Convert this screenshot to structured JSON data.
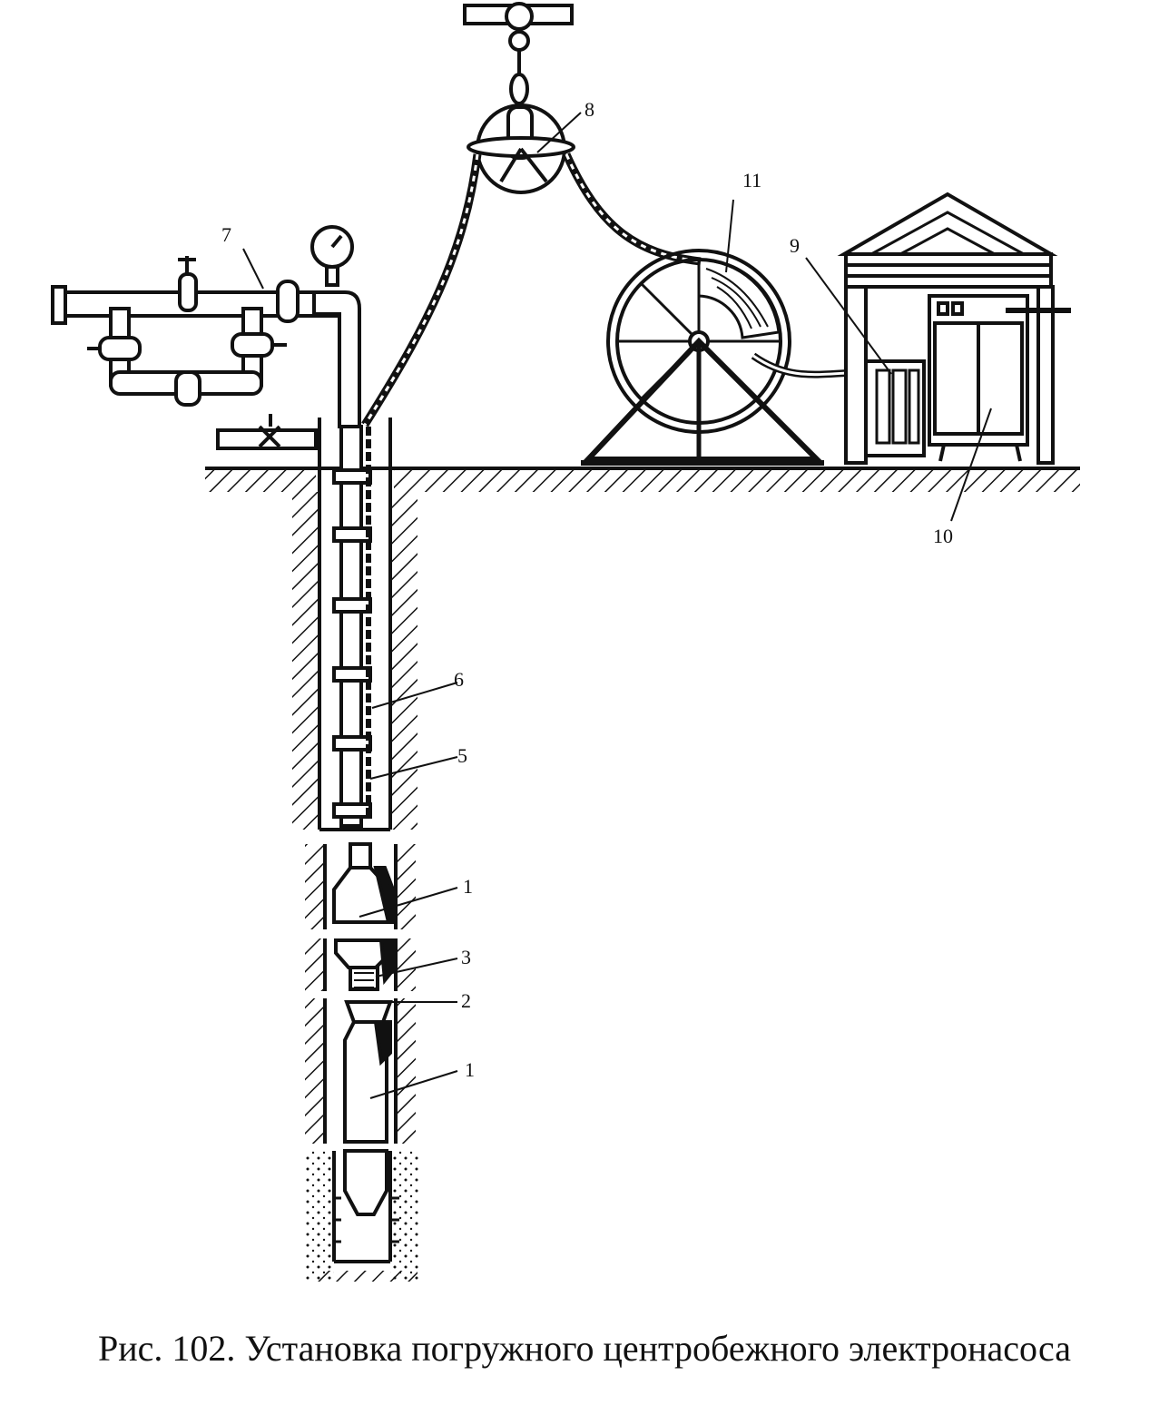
{
  "figure": {
    "caption": "Рис. 102. Установка погружного центробежного электронасоса",
    "callouts": [
      {
        "id": "pump-lower",
        "text": "1"
      },
      {
        "id": "pump-upper",
        "text": "1"
      },
      {
        "id": "ring-2",
        "text": "2"
      },
      {
        "id": "intake-3",
        "text": "3"
      },
      {
        "id": "cable-5",
        "text": "5"
      },
      {
        "id": "tubing-6",
        "text": "6"
      },
      {
        "id": "wellhead-7",
        "text": "7"
      },
      {
        "id": "pulley-8",
        "text": "8"
      },
      {
        "id": "transformer-9",
        "text": "9"
      },
      {
        "id": "control-station-10",
        "text": "10"
      },
      {
        "id": "cable-drum-11",
        "text": "11"
      }
    ]
  }
}
